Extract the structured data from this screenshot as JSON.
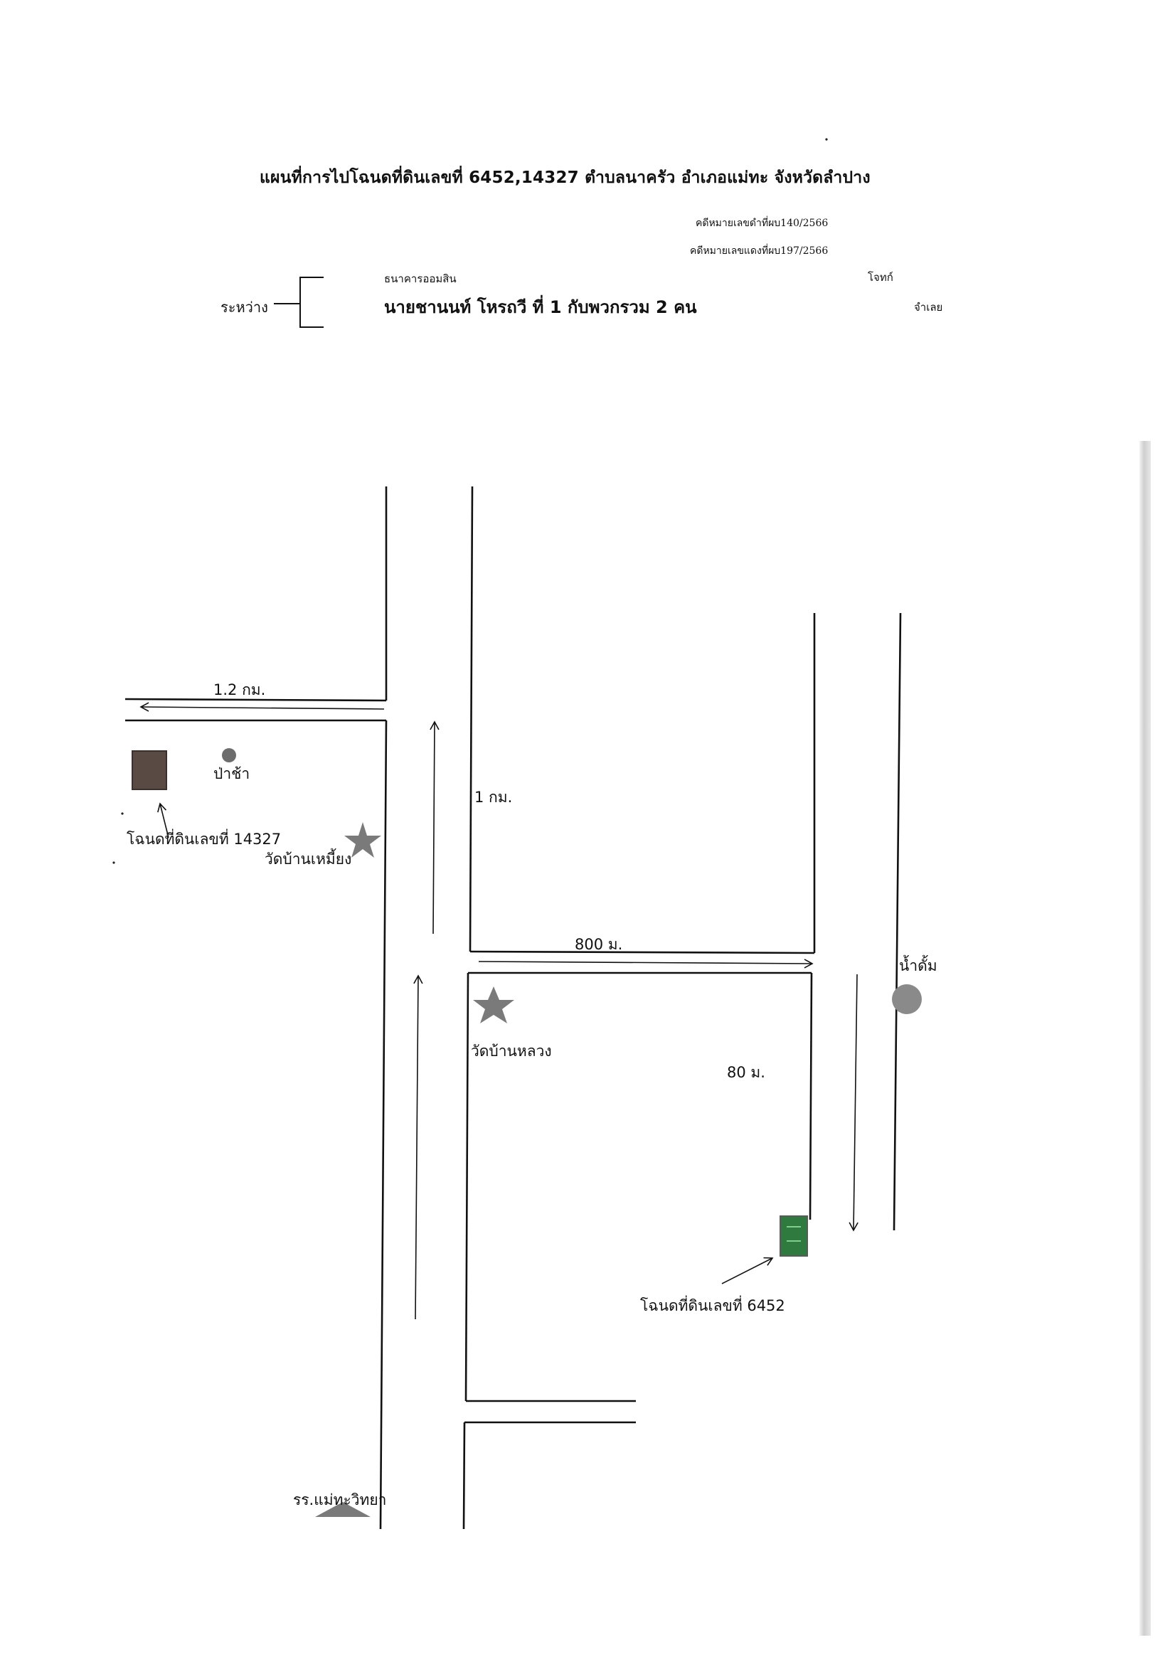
{
  "header": {
    "title": "แผนที่การไปโฉนดที่ดินเลขที่ 6452,14327 ตำบลนาครัว อำเภอแม่ทะ จังหวัดลำปาง",
    "black_case_no": "คดีหมายเลขดำที่ผบ140/2566",
    "red_case_no": "คดีหมายเลขแดงที่ผบ197/2566",
    "between_label": "ระหว่าง",
    "plaintiff_name": "ธนาคารออมสิน",
    "plaintiff_role": "โจทก์",
    "defendant_name": "นายชานนท์ โหรถวี ที่ 1 กับพวกรวม 2 คน",
    "defendant_role": "จำเลย"
  },
  "map": {
    "distance_west": "1.2 กม.",
    "distance_north": "1 กม.",
    "distance_east": "800 ม.",
    "distance_south": "80 ม.",
    "landmark_forest": "ป่าช้า",
    "parcel_west": "โฉนดที่ดินเลขที่ 14327",
    "temple_north": "วัดบ้านเหมี้ยง",
    "temple_central": "วัดบ้านหลวง",
    "spring": "น้ำดั้ม",
    "parcel_east": "โฉนดที่ดินเลขที่ 6452",
    "school": "รร.แม่ทะวิทยา",
    "colors": {
      "parcel_west": "#5a4a44",
      "parcel_east": "#2f7a3f",
      "marker_gray": "#7a7a7a",
      "line": "#111111"
    }
  }
}
